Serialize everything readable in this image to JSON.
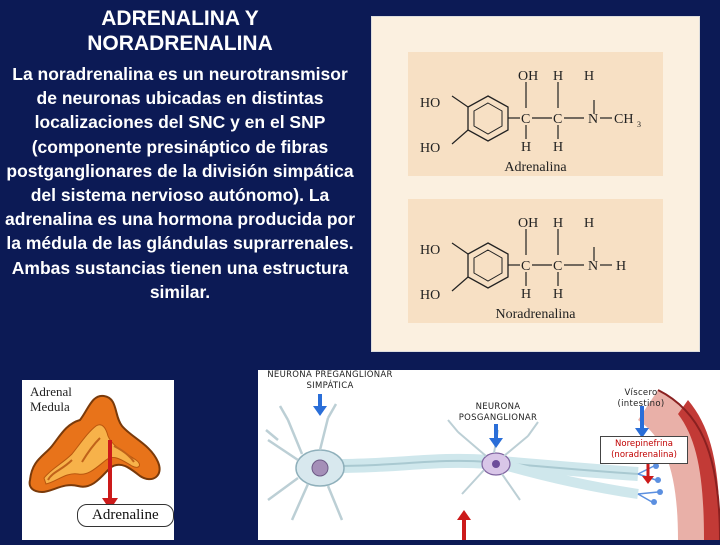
{
  "title": {
    "line1": "ADRENALINA Y",
    "line2": "NORADRENALINA"
  },
  "body": "La noradrenalina es un neurotransmisor de neuronas ubicadas en distintas localizaciones del SNC y en el SNP (componente presináptico de fibras postganglionares de la división simpática del sistema nervioso autónomo). La adrenalina es una hormona producida por la médula de las glándulas suprarrenales. Ambas sustancias tienen una estructura similar.",
  "structures": {
    "adrenalina": {
      "caption": "Adrenalina",
      "ho_top": "HO",
      "ho_bottom": "HO",
      "oh": "OH",
      "h_top1": "H",
      "h_top2": "H",
      "c1": "C",
      "c2": "C",
      "n": "N",
      "terminal": "CH",
      "terminal_sub": "3",
      "h_bot1": "H",
      "h_bot2": "H"
    },
    "noradrenalina": {
      "caption": "Noradrenalina",
      "ho_top": "HO",
      "ho_bottom": "HO",
      "oh": "OH",
      "h_top1": "H",
      "h_top2": "H",
      "c1": "C",
      "c2": "C",
      "n": "N",
      "terminal": "H",
      "h_bot1": "H",
      "h_bot2": "H"
    }
  },
  "adrenal": {
    "label_line1": "Adrenal",
    "label_line2": "Medula",
    "product": "Adrenaline"
  },
  "neuron": {
    "preganglionic_line1": "NEURONA PREGANGLIONAR",
    "preganglionic_line2": "SIMPÁTICA",
    "postganglionic_line1": "NEURONA",
    "postganglionic_line2": "POSGANGLIONAR",
    "target_line1": "Víscero",
    "target_line2": "(intestino)",
    "ne_line1": "Norepinefrina",
    "ne_line2": "(noradrenalina)"
  },
  "colors": {
    "background": "#0c1a55",
    "ring_yellow": "#f7e0c4",
    "medulla_orange": "#e8731a",
    "arrow_red": "#cc1a1a",
    "arrow_blue": "#2a6ed8"
  }
}
